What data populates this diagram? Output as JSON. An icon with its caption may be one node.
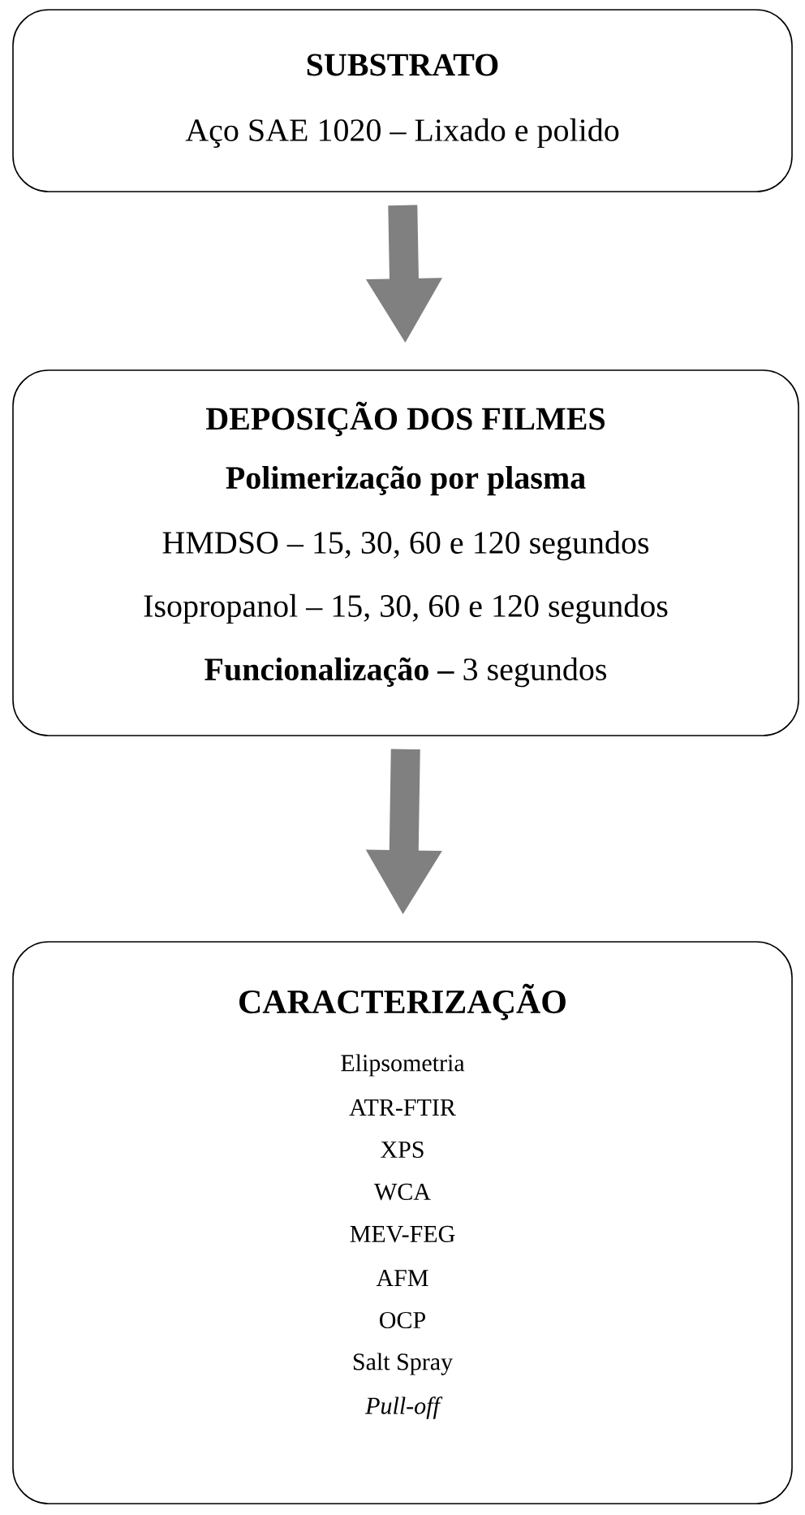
{
  "diagram": {
    "nodes": [
      {
        "text": [
          "SUBSTRATO",
          "Aço SAE 1020 – Lixado e polido"
        ]
      },
      {
        "text": [
          "DEPOSIÇÃO DOS FILMES",
          "Polimerização por plasma",
          "HMDSO – 15, 30, 60 e 120 segundos",
          "Isopropanol – 15, 30, 60 e 120 segundos",
          "**Funcionalização –** 3 segundos"
        ]
      },
      {
        "text": [
          "CARACTERIZAÇÃO",
          "Elipsometria",
          "ATR-FTIR",
          "XPS",
          "WCA",
          "MEV-FEG",
          "AFM",
          "OCP",
          "Salt Spray",
          "Pull-off"
        ]
      }
    ],
    "edges": [
      {
        "from": 0,
        "to": 1,
        "arrow": "to"
      },
      {
        "from": 1,
        "to": 2,
        "arrow": "to"
      }
    ]
  }
}
